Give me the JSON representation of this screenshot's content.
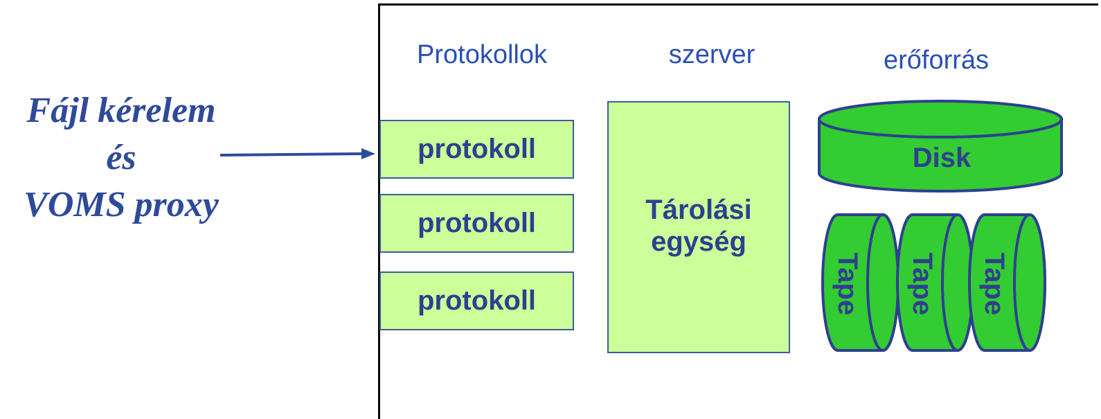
{
  "request": {
    "line1": "Fájl kérelem",
    "line2": "és",
    "line3": "VOMS proxy"
  },
  "headers": {
    "protocols": "Protokollok",
    "server": "szerver",
    "resource": "erőforrás"
  },
  "protocols": [
    {
      "label": "protokoll"
    },
    {
      "label": "protokoll"
    },
    {
      "label": "protokoll"
    }
  ],
  "server": {
    "line1": "Tárolási",
    "line2": "egység"
  },
  "resources": {
    "disk_label": "Disk",
    "tapes": [
      {
        "label": "Tape"
      },
      {
        "label": "Tape"
      },
      {
        "label": "Tape"
      }
    ]
  },
  "colors": {
    "text_blue": "#2e4a9a",
    "box_fill": "#ccff99",
    "storage_fill": "#33cc33",
    "outline": "#2f3f8f"
  }
}
